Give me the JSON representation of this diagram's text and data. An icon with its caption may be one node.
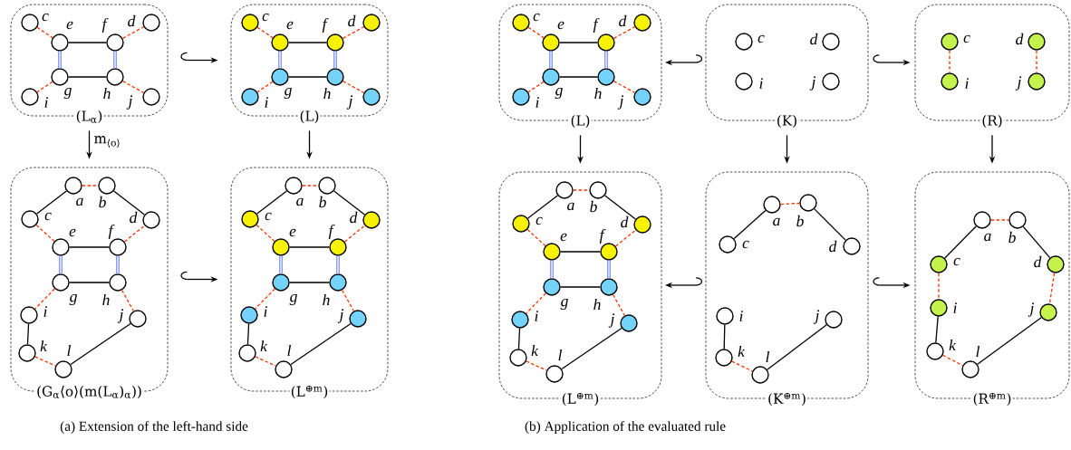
{
  "diagram": {
    "nodes": [
      {
        "text": [
          "(L$_{α}$)"
        ]
      },
      {
        "text": [],
        "shape": "circle",
        "beside": [
          "c"
        ],
        "in": 0
      },
      {
        "text": [],
        "shape": "circle",
        "beside": [
          "e"
        ],
        "in": 0
      },
      {
        "text": [],
        "shape": "circle",
        "beside": [
          "f"
        ],
        "in": 0
      },
      {
        "text": [],
        "shape": "circle",
        "beside": [
          "d"
        ],
        "in": 0
      },
      {
        "text": [],
        "shape": "circle",
        "beside": [
          "g"
        ],
        "in": 0
      },
      {
        "text": [],
        "shape": "circle",
        "beside": [
          "h"
        ],
        "in": 0
      },
      {
        "text": [],
        "shape": "circle",
        "beside": [
          "i"
        ],
        "in": 0
      },
      {
        "text": [],
        "shape": "circle",
        "beside": [
          "j"
        ],
        "in": 0
      },
      {
        "text": [
          "(L)"
        ]
      },
      {
        "text": [],
        "shape": "circle",
        "beside": [
          "c"
        ],
        "in": 9
      },
      {
        "text": [],
        "shape": "circle",
        "beside": [
          "e"
        ],
        "in": 9
      },
      {
        "text": [],
        "shape": "circle",
        "beside": [
          "f"
        ],
        "in": 9
      },
      {
        "text": [],
        "shape": "circle",
        "beside": [
          "d"
        ],
        "in": 9
      },
      {
        "text": [],
        "shape": "circle",
        "beside": [
          "g"
        ],
        "in": 9
      },
      {
        "text": [],
        "shape": "circle",
        "beside": [
          "h"
        ],
        "in": 9
      },
      {
        "text": [],
        "shape": "circle",
        "beside": [
          "i"
        ],
        "in": 9
      },
      {
        "text": [],
        "shape": "circle",
        "beside": [
          "j"
        ],
        "in": 9
      },
      {
        "text": [
          "(L)"
        ]
      },
      {
        "text": [],
        "shape": "circle",
        "beside": [
          "c"
        ],
        "in": 18
      },
      {
        "text": [],
        "shape": "circle",
        "beside": [
          "e"
        ],
        "in": 18
      },
      {
        "text": [],
        "shape": "circle",
        "beside": [
          "f"
        ],
        "in": 18
      },
      {
        "text": [],
        "shape": "circle",
        "beside": [
          "d"
        ],
        "in": 18
      },
      {
        "text": [],
        "shape": "circle",
        "beside": [
          "g"
        ],
        "in": 18
      },
      {
        "text": [],
        "shape": "circle",
        "beside": [
          "h"
        ],
        "in": 18
      },
      {
        "text": [],
        "shape": "circle",
        "beside": [
          "i"
        ],
        "in": 18
      },
      {
        "text": [],
        "shape": "circle",
        "beside": [
          "j"
        ],
        "in": 18
      },
      {
        "text": [
          "(K)"
        ]
      },
      {
        "text": [],
        "shape": "circle",
        "beside": [
          "c"
        ],
        "in": 27
      },
      {
        "text": [],
        "shape": "circle",
        "beside": [
          "d"
        ],
        "in": 27
      },
      {
        "text": [],
        "shape": "circle",
        "beside": [
          "i"
        ],
        "in": 27
      },
      {
        "text": [],
        "shape": "circle",
        "beside": [
          "j"
        ],
        "in": 27
      },
      {
        "text": [
          "(R)"
        ]
      },
      {
        "text": [],
        "shape": "circle",
        "beside": [
          "c"
        ],
        "in": 32
      },
      {
        "text": [],
        "shape": "circle",
        "beside": [
          "d"
        ],
        "in": 32
      },
      {
        "text": [],
        "shape": "circle",
        "beside": [
          "i"
        ],
        "in": 32
      },
      {
        "text": [],
        "shape": "circle",
        "beside": [
          "j"
        ],
        "in": 32
      },
      {
        "text": [
          "(G$_{α}$⟨o⟩(m(L$_{α}$)$_{α}$))"
        ]
      },
      {
        "text": [],
        "shape": "circle",
        "beside": [
          "a"
        ],
        "in": 37
      },
      {
        "text": [],
        "shape": "circle",
        "beside": [
          "b"
        ],
        "in": 37
      },
      {
        "text": [],
        "shape": "circle",
        "beside": [
          "c"
        ],
        "in": 37
      },
      {
        "text": [],
        "shape": "circle",
        "beside": [
          "d"
        ],
        "in": 37
      },
      {
        "text": [],
        "shape": "circle",
        "beside": [
          "e"
        ],
        "in": 37
      },
      {
        "text": [],
        "shape": "circle",
        "beside": [
          "f"
        ],
        "in": 37
      },
      {
        "text": [],
        "shape": "circle",
        "beside": [
          "g"
        ],
        "in": 37
      },
      {
        "text": [],
        "shape": "circle",
        "beside": [
          "h"
        ],
        "in": 37
      },
      {
        "text": [],
        "shape": "circle",
        "beside": [
          "i"
        ],
        "in": 37
      },
      {
        "text": [],
        "shape": "circle",
        "beside": [
          "j"
        ],
        "in": 37
      },
      {
        "text": [],
        "shape": "circle",
        "beside": [
          "k"
        ],
        "in": 37
      },
      {
        "text": [],
        "shape": "circle",
        "beside": [
          "l"
        ],
        "in": 37
      },
      {
        "text": [
          "(L$^{⊕m}$)"
        ]
      },
      {
        "text": [],
        "shape": "circle",
        "beside": [
          "a"
        ],
        "in": 50
      },
      {
        "text": [],
        "shape": "circle",
        "beside": [
          "b"
        ],
        "in": 50
      },
      {
        "text": [],
        "shape": "circle",
        "beside": [
          "c"
        ],
        "in": 50
      },
      {
        "text": [],
        "shape": "circle",
        "beside": [
          "d"
        ],
        "in": 50
      },
      {
        "text": [],
        "shape": "circle",
        "beside": [
          "e"
        ],
        "in": 50
      },
      {
        "text": [],
        "shape": "circle",
        "beside": [
          "f"
        ],
        "in": 50
      },
      {
        "text": [],
        "shape": "circle",
        "beside": [
          "g"
        ],
        "in": 50
      },
      {
        "text": [],
        "shape": "circle",
        "beside": [
          "h"
        ],
        "in": 50
      },
      {
        "text": [],
        "shape": "circle",
        "beside": [
          "i"
        ],
        "in": 50
      },
      {
        "text": [],
        "shape": "circle",
        "beside": [
          "j"
        ],
        "in": 50
      },
      {
        "text": [],
        "shape": "circle",
        "beside": [
          "k"
        ],
        "in": 50
      },
      {
        "text": [],
        "shape": "circle",
        "beside": [
          "l"
        ],
        "in": 50
      },
      {
        "text": [
          "(L$^{⊕m}$)"
        ]
      },
      {
        "text": [],
        "shape": "circle",
        "beside": [
          "a"
        ],
        "in": 63
      },
      {
        "text": [],
        "shape": "circle",
        "beside": [
          "b"
        ],
        "in": 63
      },
      {
        "text": [],
        "shape": "circle",
        "beside": [
          "c"
        ],
        "in": 63
      },
      {
        "text": [],
        "shape": "circle",
        "beside": [
          "d"
        ],
        "in": 63
      },
      {
        "text": [],
        "shape": "circle",
        "beside": [
          "e"
        ],
        "in": 63
      },
      {
        "text": [],
        "shape": "circle",
        "beside": [
          "f"
        ],
        "in": 63
      },
      {
        "text": [],
        "shape": "circle",
        "beside": [
          "g"
        ],
        "in": 63
      },
      {
        "text": [],
        "shape": "circle",
        "beside": [
          "h"
        ],
        "in": 63
      },
      {
        "text": [],
        "shape": "circle",
        "beside": [
          "i"
        ],
        "in": 63
      },
      {
        "text": [],
        "shape": "circle",
        "beside": [
          "j"
        ],
        "in": 63
      },
      {
        "text": [],
        "shape": "circle",
        "beside": [
          "k"
        ],
        "in": 63
      },
      {
        "text": [],
        "shape": "circle",
        "beside": [
          "l"
        ],
        "in": 63
      },
      {
        "text": [
          "(K$^{⊕m}$)"
        ]
      },
      {
        "text": [],
        "shape": "circle",
        "beside": [
          "a"
        ],
        "in": 76
      },
      {
        "text": [],
        "shape": "circle",
        "beside": [
          "b"
        ],
        "in": 76
      },
      {
        "text": [],
        "shape": "circle",
        "beside": [
          "c"
        ],
        "in": 76
      },
      {
        "text": [],
        "shape": "circle",
        "beside": [
          "d"
        ],
        "in": 76
      },
      {
        "text": [],
        "shape": "circle",
        "beside": [
          "i"
        ],
        "in": 76
      },
      {
        "text": [],
        "shape": "circle",
        "beside": [
          "j"
        ],
        "in": 76
      },
      {
        "text": [],
        "shape": "circle",
        "beside": [
          "k"
        ],
        "in": 76
      },
      {
        "text": [],
        "shape": "circle",
        "beside": [
          "l"
        ],
        "in": 76
      },
      {
        "text": [
          "(R$^{⊕m}$)"
        ]
      },
      {
        "text": [],
        "shape": "circle",
        "beside": [
          "a"
        ],
        "in": 85
      },
      {
        "text": [],
        "shape": "circle",
        "beside": [
          "b"
        ],
        "in": 85
      },
      {
        "text": [],
        "shape": "circle",
        "beside": [
          "c"
        ],
        "in": 85
      },
      {
        "text": [],
        "shape": "circle",
        "beside": [
          "d"
        ],
        "in": 85
      },
      {
        "text": [],
        "shape": "circle",
        "beside": [
          "i"
        ],
        "in": 85
      },
      {
        "text": [],
        "shape": "circle",
        "beside": [
          "j"
        ],
        "in": 85
      },
      {
        "text": [],
        "shape": "circle",
        "beside": [
          "k"
        ],
        "in": 85
      },
      {
        "text": [],
        "shape": "circle",
        "beside": [
          "l"
        ],
        "in": 85
      }
    ],
    "edges": [
      {
        "from": 0,
        "to": 37,
        "arrow": "to",
        "label": "m$_{⟨o⟩}$"
      },
      {
        "from": 0,
        "to": 9,
        "arrow": "to"
      },
      {
        "from": 9,
        "to": 50,
        "arrow": "to"
      },
      {
        "from": 37,
        "to": 50,
        "arrow": "to"
      },
      {
        "from": 27,
        "to": 18,
        "arrow": "to"
      },
      {
        "from": 27,
        "to": 32,
        "arrow": "to"
      },
      {
        "from": 18,
        "to": 63,
        "arrow": "to"
      },
      {
        "from": 27,
        "to": 76,
        "arrow": "to"
      },
      {
        "from": 32,
        "to": 85,
        "arrow": "to"
      },
      {
        "from": 76,
        "to": 63,
        "arrow": "to"
      },
      {
        "from": 76,
        "to": 85,
        "arrow": "to"
      },
      {
        "from": 1,
        "to": 2,
        "arrow": "none",
        "style": "dashed",
        "color": "#ff3300"
      },
      {
        "from": 3,
        "to": 4,
        "arrow": "none",
        "style": "dashed",
        "color": "#ff3300"
      },
      {
        "from": 2,
        "to": 3,
        "arrow": "none"
      },
      {
        "from": 2,
        "to": 5,
        "arrow": "none",
        "style": "thick",
        "color": "#3355ff"
      },
      {
        "from": 3,
        "to": 6,
        "arrow": "none",
        "style": "thick",
        "color": "#3355ff"
      },
      {
        "from": 5,
        "to": 6,
        "arrow": "none"
      },
      {
        "from": 5,
        "to": 7,
        "arrow": "none",
        "style": "dashed",
        "color": "#ff3300"
      },
      {
        "from": 6,
        "to": 8,
        "arrow": "none",
        "style": "dashed",
        "color": "#ff3300"
      },
      {
        "from": 10,
        "to": 11,
        "arrow": "none",
        "style": "dashed",
        "color": "#ff3300"
      },
      {
        "from": 12,
        "to": 13,
        "arrow": "none",
        "style": "dashed",
        "color": "#ff3300"
      },
      {
        "from": 11,
        "to": 12,
        "arrow": "none"
      },
      {
        "from": 11,
        "to": 14,
        "arrow": "none",
        "style": "thick",
        "color": "#3355ff"
      },
      {
        "from": 12,
        "to": 15,
        "arrow": "none",
        "style": "thick",
        "color": "#3355ff"
      },
      {
        "from": 14,
        "to": 15,
        "arrow": "none"
      },
      {
        "from": 14,
        "to": 16,
        "arrow": "none",
        "style": "dashed",
        "color": "#ff3300"
      },
      {
        "from": 15,
        "to": 17,
        "arrow": "none",
        "style": "dashed",
        "color": "#ff3300"
      },
      {
        "from": 19,
        "to": 20,
        "arrow": "none",
        "style": "dashed",
        "color": "#ff3300"
      },
      {
        "from": 21,
        "to": 22,
        "arrow": "none",
        "style": "dashed",
        "color": "#ff3300"
      },
      {
        "from": 20,
        "to": 21,
        "arrow": "none"
      },
      {
        "from": 20,
        "to": 23,
        "arrow": "none",
        "style": "thick",
        "color": "#3355ff"
      },
      {
        "from": 21,
        "to": 24,
        "arrow": "none",
        "style": "thick",
        "color": "#3355ff"
      },
      {
        "from": 23,
        "to": 24,
        "arrow": "none"
      },
      {
        "from": 23,
        "to": 25,
        "arrow": "none",
        "style": "dashed",
        "color": "#ff3300"
      },
      {
        "from": 24,
        "to": 26,
        "arrow": "none",
        "style": "dashed",
        "color": "#ff3300"
      },
      {
        "from": 33,
        "to": 35,
        "arrow": "none",
        "style": "dashed",
        "color": "#ff3300"
      },
      {
        "from": 34,
        "to": 36,
        "arrow": "none",
        "style": "dashed",
        "color": "#ff3300"
      },
      {
        "from": 38,
        "to": 39,
        "arrow": "none",
        "style": "dashed",
        "color": "#ff3300"
      },
      {
        "from": 38,
        "to": 40,
        "arrow": "none"
      },
      {
        "from": 39,
        "to": 41,
        "arrow": "none"
      },
      {
        "from": 40,
        "to": 42,
        "arrow": "none",
        "style": "dashed",
        "color": "#ff3300"
      },
      {
        "from": 43,
        "to": 41,
        "arrow": "none",
        "style": "dashed",
        "color": "#ff3300"
      },
      {
        "from": 42,
        "to": 43,
        "arrow": "none"
      },
      {
        "from": 42,
        "to": 44,
        "arrow": "none",
        "style": "thick",
        "color": "#3355ff"
      },
      {
        "from": 43,
        "to": 45,
        "arrow": "none",
        "style": "thick",
        "color": "#3355ff"
      },
      {
        "from": 44,
        "to": 45,
        "arrow": "none"
      },
      {
        "from": 44,
        "to": 46,
        "arrow": "none",
        "style": "dashed",
        "color": "#ff3300"
      },
      {
        "from": 45,
        "to": 47,
        "arrow": "none",
        "style": "dashed",
        "color": "#ff3300"
      },
      {
        "from": 46,
        "to": 48,
        "arrow": "none"
      },
      {
        "from": 48,
        "to": 49,
        "arrow": "none",
        "style": "dashed",
        "color": "#ff3300"
      },
      {
        "from": 49,
        "to": 47,
        "arrow": "none"
      },
      {
        "from": 51,
        "to": 52,
        "arrow": "none",
        "style": "dashed",
        "color": "#ff3300"
      },
      {
        "from": 51,
        "to": 53,
        "arrow": "none"
      },
      {
        "from": 52,
        "to": 54,
        "arrow": "none"
      },
      {
        "from": 53,
        "to": 55,
        "arrow": "none",
        "style": "dashed",
        "color": "#ff3300"
      },
      {
        "from": 56,
        "to": 54,
        "arrow": "none",
        "style": "dashed",
        "color": "#ff3300"
      },
      {
        "from": 55,
        "to": 56,
        "arrow": "none"
      },
      {
        "from": 55,
        "to": 57,
        "arrow": "none",
        "style": "thick",
        "color": "#3355ff"
      },
      {
        "from": 56,
        "to": 58,
        "arrow": "none",
        "style": "thick",
        "color": "#3355ff"
      },
      {
        "from": 57,
        "to": 58,
        "arrow": "none"
      },
      {
        "from": 57,
        "to": 59,
        "arrow": "none",
        "style": "dashed",
        "color": "#ff3300"
      },
      {
        "from": 58,
        "to": 60,
        "arrow": "none",
        "style": "dashed",
        "color": "#ff3300"
      },
      {
        "from": 59,
        "to": 61,
        "arrow": "none"
      },
      {
        "from": 61,
        "to": 62,
        "arrow": "none",
        "style": "dashed",
        "color": "#ff3300"
      },
      {
        "from": 62,
        "to": 60,
        "arrow": "none"
      },
      {
        "from": 64,
        "to": 65,
        "arrow": "none",
        "style": "dashed",
        "color": "#ff3300"
      },
      {
        "from": 64,
        "to": 66,
        "arrow": "none"
      },
      {
        "from": 65,
        "to": 67,
        "arrow": "none"
      },
      {
        "from": 66,
        "to": 68,
        "arrow": "none",
        "style": "dashed",
        "color": "#ff3300"
      },
      {
        "from": 69,
        "to": 67,
        "arrow": "none",
        "style": "dashed",
        "color": "#ff3300"
      },
      {
        "from": 68,
        "to": 69,
        "arrow": "none"
      },
      {
        "from": 68,
        "to": 70,
        "arrow": "none",
        "style": "thick",
        "color": "#3355ff"
      },
      {
        "from": 69,
        "to": 71,
        "arrow": "none",
        "style": "thick",
        "color": "#3355ff"
      },
      {
        "from": 70,
        "to": 71,
        "arrow": "none"
      },
      {
        "from": 70,
        "to": 72,
        "arrow": "none",
        "style": "dashed",
        "color": "#ff3300"
      },
      {
        "from": 71,
        "to": 73,
        "arrow": "none",
        "style": "dashed",
        "color": "#ff3300"
      },
      {
        "from": 72,
        "to": 74,
        "arrow": "none"
      },
      {
        "from": 74,
        "to": 75,
        "arrow": "none",
        "style": "dashed",
        "color": "#ff3300"
      },
      {
        "from": 75,
        "to": 73,
        "arrow": "none"
      },
      {
        "from": 77,
        "to": 78,
        "arrow": "none",
        "style": "dashed",
        "color": "#ff3300"
      },
      {
        "from": 77,
        "to": 79,
        "arrow": "none"
      },
      {
        "from": 78,
        "to": 80,
        "arrow": "none"
      },
      {
        "from": 81,
        "to": 83,
        "arrow": "none"
      },
      {
        "from": 83,
        "to": 84,
        "arrow": "none",
        "style": "dashed",
        "color": "#ff3300"
      },
      {
        "from": 84,
        "to": 82,
        "arrow": "none"
      },
      {
        "from": 86,
        "to": 87,
        "arrow": "none",
        "style": "dashed",
        "color": "#ff3300"
      },
      {
        "from": 86,
        "to": 88,
        "arrow": "none"
      },
      {
        "from": 87,
        "to": 89,
        "arrow": "none"
      },
      {
        "from": 88,
        "to": 90,
        "arrow": "none",
        "style": "dashed",
        "color": "#ff3300"
      },
      {
        "from": 89,
        "to": 91,
        "arrow": "none",
        "style": "dashed",
        "color": "#ff3300"
      },
      {
        "from": 90,
        "to": 92,
        "arrow": "none"
      },
      {
        "from": 92,
        "to": 93,
        "arrow": "none",
        "style": "dashed",
        "color": "#ff3300"
      },
      {
        "from": 93,
        "to": 91,
        "arrow": "none"
      }
    ],
    "labels": [
      "(a) Extension of the left-hand side",
      "(b) Application of the evaluated rule"
    ]
  }
}
